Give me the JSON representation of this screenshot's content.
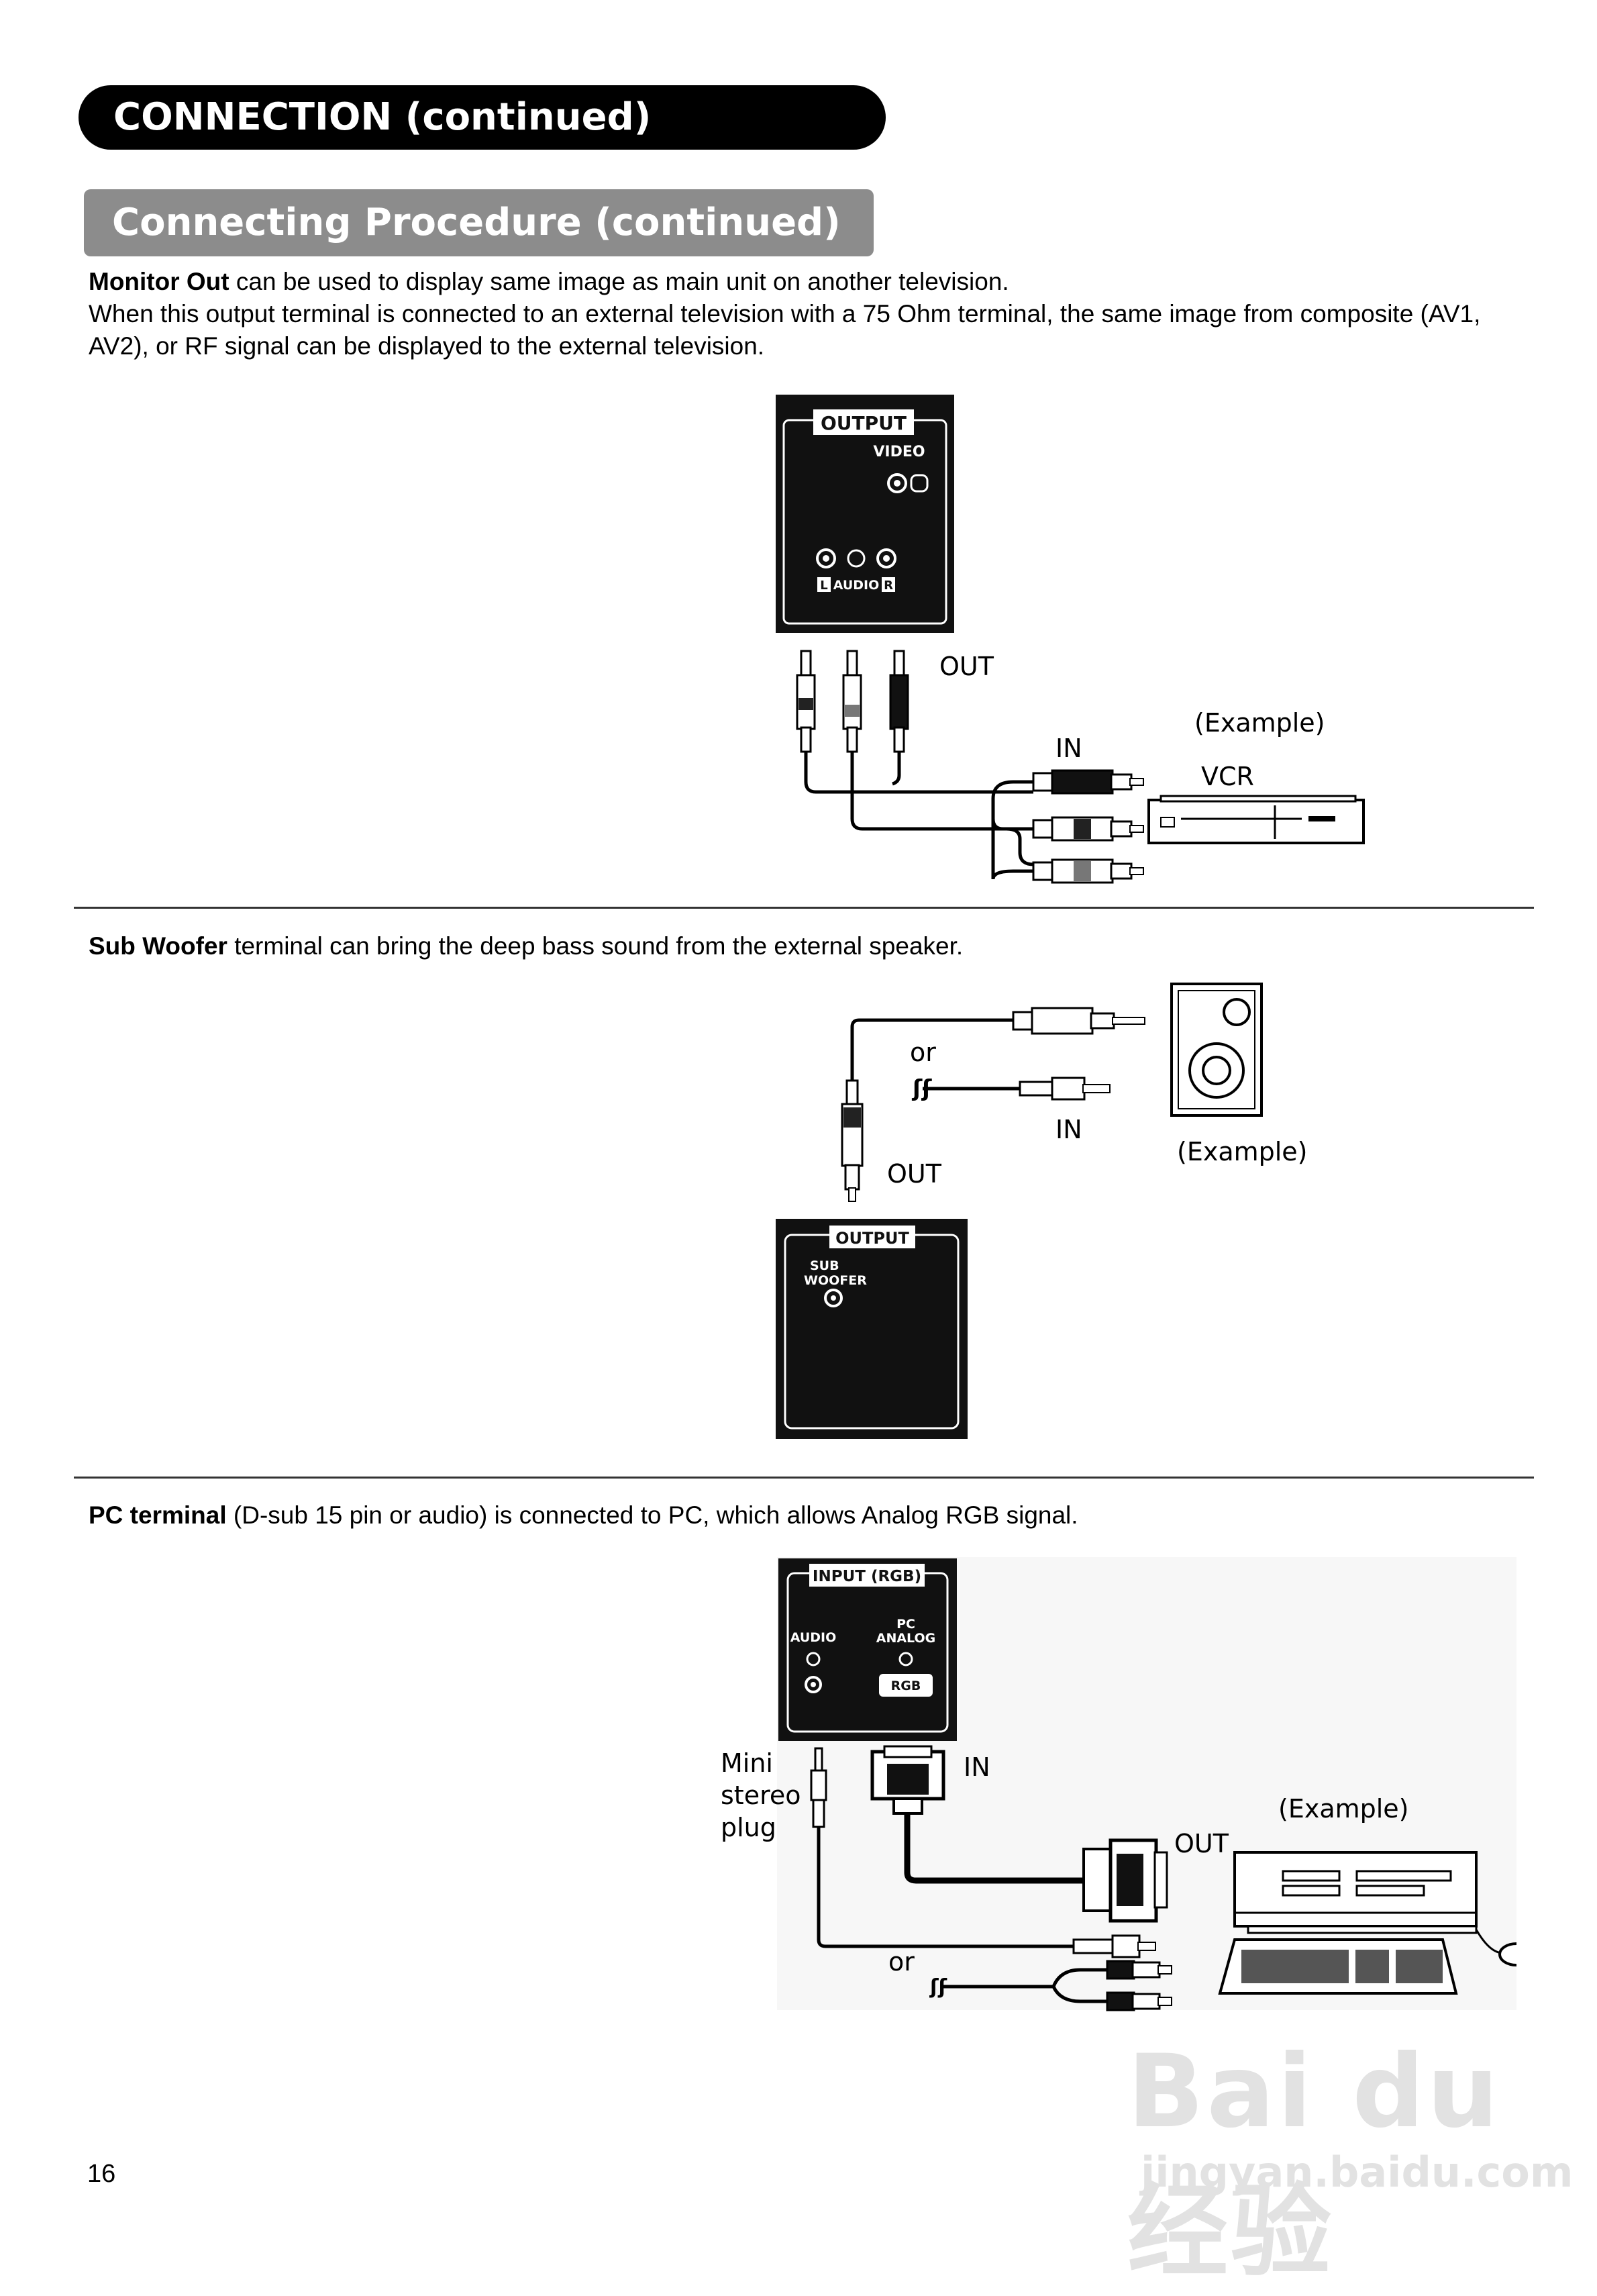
{
  "header": {
    "title": "CONNECTION (continued)"
  },
  "subheader": {
    "title": "Connecting Procedure (continued)"
  },
  "monitor_out": {
    "lead": "Monitor Out",
    "line1_rest": " can be used to display same image as main unit on another television.",
    "line2": "When this output terminal is connected to an external television with a 75 Ohm terminal, the same image from composite (AV1, AV2), or RF signal can be displayed to the external television.",
    "panel": {
      "title": "OUTPUT",
      "video": "VIDEO",
      "audio": "AUDIO",
      "left": "L",
      "right": "R"
    },
    "label_out": "OUT",
    "label_in": "IN",
    "label_example": "(Example)",
    "label_vcr": "VCR"
  },
  "sub_woofer": {
    "lead": "Sub Woofer",
    "rest": " terminal can bring the deep bass sound from the external speaker.",
    "panel": {
      "title": "OUTPUT",
      "line1": "SUB",
      "line2": "WOOFER"
    },
    "label_or": "or",
    "label_in": "IN",
    "label_out": "OUT",
    "label_example": "(Example)"
  },
  "pc_terminal": {
    "lead": "PC terminal",
    "rest": " (D-sub 15 pin or audio) is connected to PC, which allows Analog RGB signal.",
    "panel": {
      "title": "INPUT (RGB)",
      "audio": "AUDIO",
      "pc": "PC",
      "analog": "ANALOG",
      "rgb": "RGB"
    },
    "plug_line1": "Mini",
    "plug_line2": "stereo",
    "plug_line3": "plug",
    "label_in": "IN",
    "label_out": "OUT",
    "label_example": "(Example)",
    "label_or": "or"
  },
  "footer": {
    "page_number": "16"
  },
  "watermark": {
    "brand": "Bai du 经验",
    "url": "jingyan.baidu.com"
  }
}
